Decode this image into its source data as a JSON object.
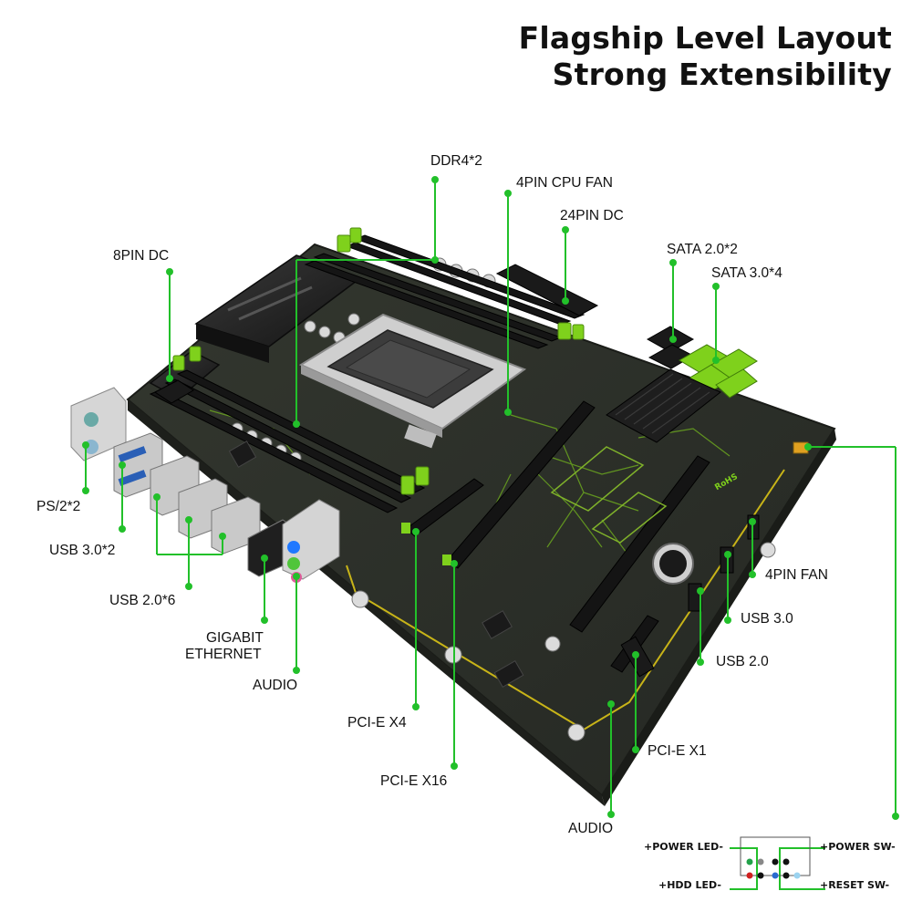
{
  "heading": {
    "line1": "Flagship Level Layout",
    "line2": "Strong Extensibility"
  },
  "callouts": {
    "ddr4": "DDR4*2",
    "cpu_fan": "4PIN CPU FAN",
    "dc24": "24PIN DC",
    "dc8": "8PIN DC",
    "sata2": "SATA 2.0*2",
    "sata3": "SATA 3.0*4",
    "ps2": "PS/2*2",
    "usb3_rear": "USB 3.0*2",
    "usb2_rear": "USB 2.0*6",
    "ethernet_l1": "GIGABIT",
    "ethernet_l2": "ETHERNET",
    "audio_rear": "AUDIO",
    "pcie_x4": "PCI-E X4",
    "pcie_x16": "PCI-E X16",
    "pcie_x1": "PCI-E X1",
    "audio_front": "AUDIO",
    "fan4": "4PIN FAN",
    "usb3_header": "USB 3.0",
    "usb2_header": "USB 2.0"
  },
  "panel_header": {
    "power_led": "+POWER LED-",
    "power_sw": "+POWER SW-",
    "hdd_led": "+HDD LED-",
    "reset_sw": "+RESET SW-"
  },
  "colors": {
    "pcb": "#2b2e2a",
    "accent_green": "#7fd11c",
    "callout_line": "#22c02a",
    "trace_yellow": "#c8b418"
  },
  "board_markings": {
    "rohs": "RoHS"
  }
}
